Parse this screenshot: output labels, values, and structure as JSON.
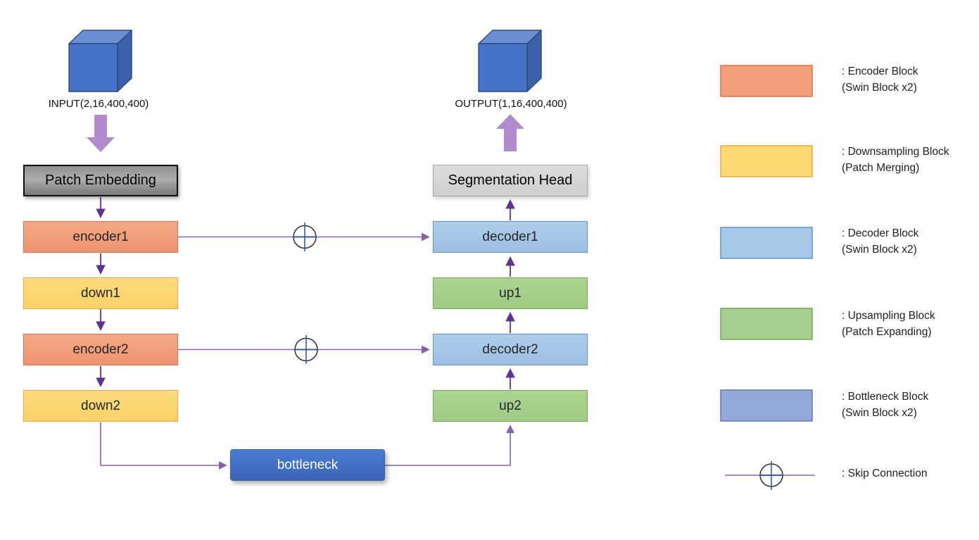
{
  "diagram": {
    "input": {
      "label": "INPUT(2,16,400,400)"
    },
    "output": {
      "label": "OUTPUT(1,16,400,400)"
    },
    "blocks": {
      "patch_embedding": "Patch Embedding",
      "encoder1": "encoder1",
      "down1": "down1",
      "encoder2": "encoder2",
      "down2": "down2",
      "bottleneck": "bottleneck",
      "segmentation_head": "Segmentation Head",
      "decoder1": "decoder1",
      "up1": "up1",
      "decoder2": "decoder2",
      "up2": "up2"
    }
  },
  "legend": {
    "items": [
      {
        "line1": ": Encoder Block",
        "line2": "(Swin Block x2)",
        "swatch_color": "#F2A07C",
        "swatch_border": "#E2714C"
      },
      {
        "line1": ": Downsampling Block",
        "line2": "(Patch Merging)",
        "swatch_color": "#FBD871",
        "swatch_border": "#EFA93D"
      },
      {
        "line1": ": Decoder Block",
        "line2": "(Swin Block x2)",
        "swatch_color": "#A6C9E8",
        "swatch_border": "#5E93C9"
      },
      {
        "line1": ": Upsampling Block",
        "line2": "(Patch Expanding)",
        "swatch_color": "#A8CF8E",
        "swatch_border": "#74A85C"
      },
      {
        "line1": ": Bottleneck Block",
        "line2": "(Swin Block x2)",
        "swatch_color": "#93A9D8",
        "swatch_border": "#6377B5"
      },
      {
        "line1": ": Skip Connection",
        "line2": ""
      }
    ]
  },
  "colors": {
    "connector_dark": "#5E3192",
    "connector_light": "#8660B0",
    "thick_arrow": "#B18BCB",
    "cube_front": "#4673C8",
    "cube_top": "#6C8FD3",
    "cube_side": "#3A61A9",
    "cube_edge": "#2C4A7C",
    "skip_circle_stroke": "#2F2F2F",
    "skip_cross": "#3C5AA0"
  }
}
